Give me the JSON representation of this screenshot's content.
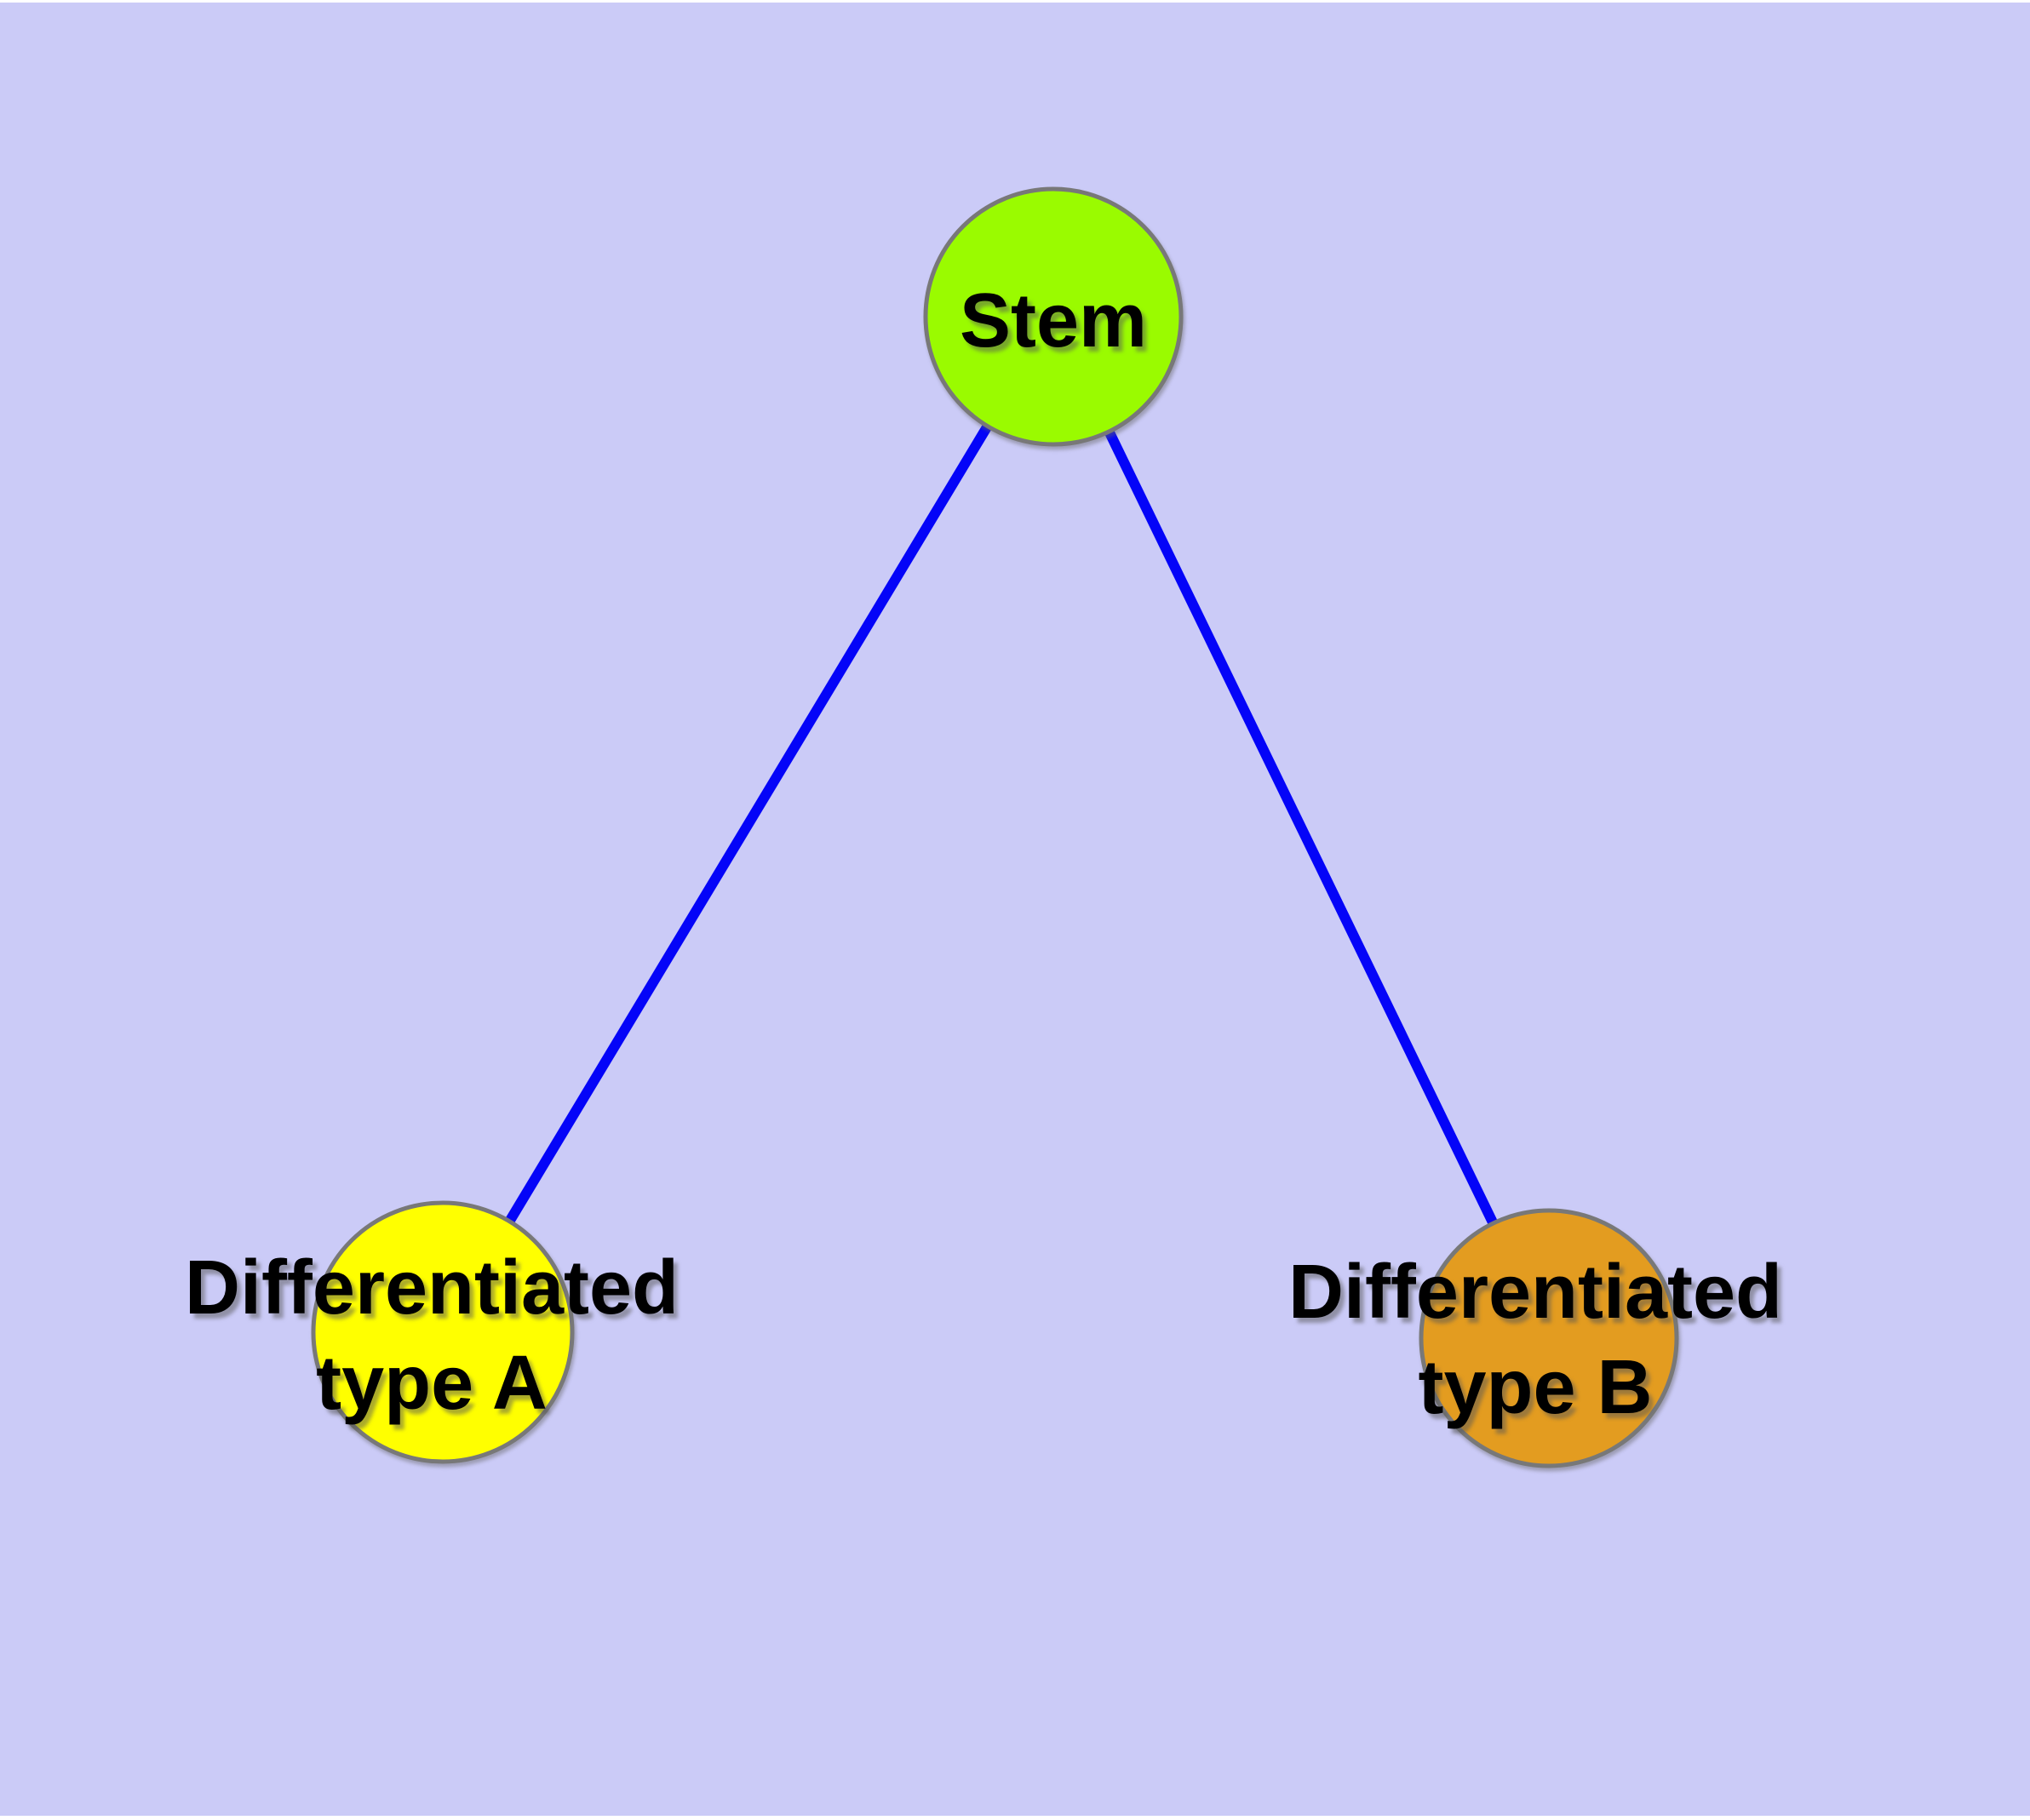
{
  "diagram": {
    "type": "node-link-graph",
    "colors": {
      "background": "#CBCBF7",
      "page_margin": "#FFFFFF",
      "edge": "#0404F8",
      "node_border": "#787878",
      "label_text": "#000000"
    },
    "nodes": [
      {
        "id": "stem",
        "label": "Stem",
        "fill": "#9AFB00"
      },
      {
        "id": "differentiated-type-a",
        "label_line1": "Differentiated",
        "label_line2": "type A",
        "fill": "#FFFF00"
      },
      {
        "id": "differentiated-type-b",
        "label_line1": "Differentiated",
        "label_line2": "type B",
        "fill": "#E39C20"
      }
    ],
    "edges": [
      {
        "from": "stem",
        "to": "differentiated-type-a"
      },
      {
        "from": "stem",
        "to": "differentiated-type-b"
      }
    ]
  }
}
